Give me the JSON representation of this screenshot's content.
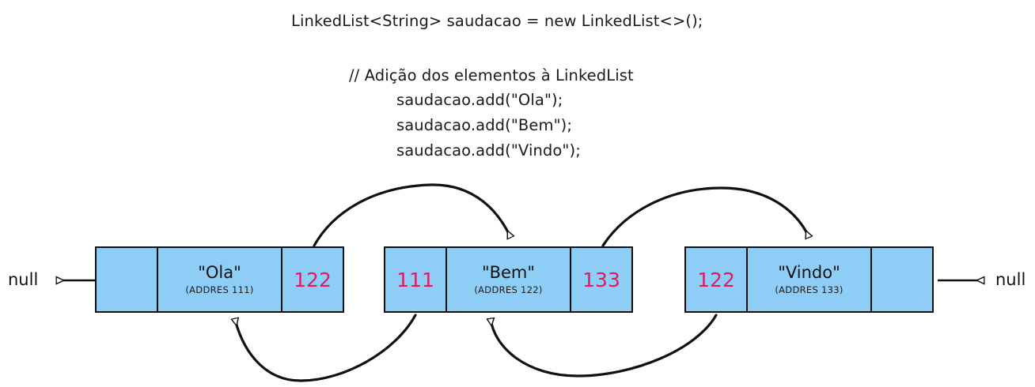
{
  "code": {
    "declaration": "LinkedList<String> saudacao = new LinkedList<>();",
    "comment": "// Adição dos elementos à LinkedList",
    "statements": [
      "saudacao.add(\"Ola\");",
      "saudacao.add(\"Bem\");",
      "saudacao.add(\"Vindo\");"
    ]
  },
  "diagram": {
    "type": "doubly-linked-list",
    "terminal_left_label": "null",
    "terminal_right_label": "null",
    "pointer_color": "#e8175d",
    "node_fill_color": "#8ecdf5",
    "node_border_color": "#101010",
    "nodes": [
      {
        "prev": "",
        "value": "\"Ola\"",
        "address": "(ADDRES 111)",
        "next": "122"
      },
      {
        "prev": "111",
        "value": "\"Bem\"",
        "address": "(ADDRES 122)",
        "next": "133"
      },
      {
        "prev": "122",
        "value": "\"Vindo\"",
        "address": "(ADDRES 133)",
        "next": ""
      }
    ]
  }
}
